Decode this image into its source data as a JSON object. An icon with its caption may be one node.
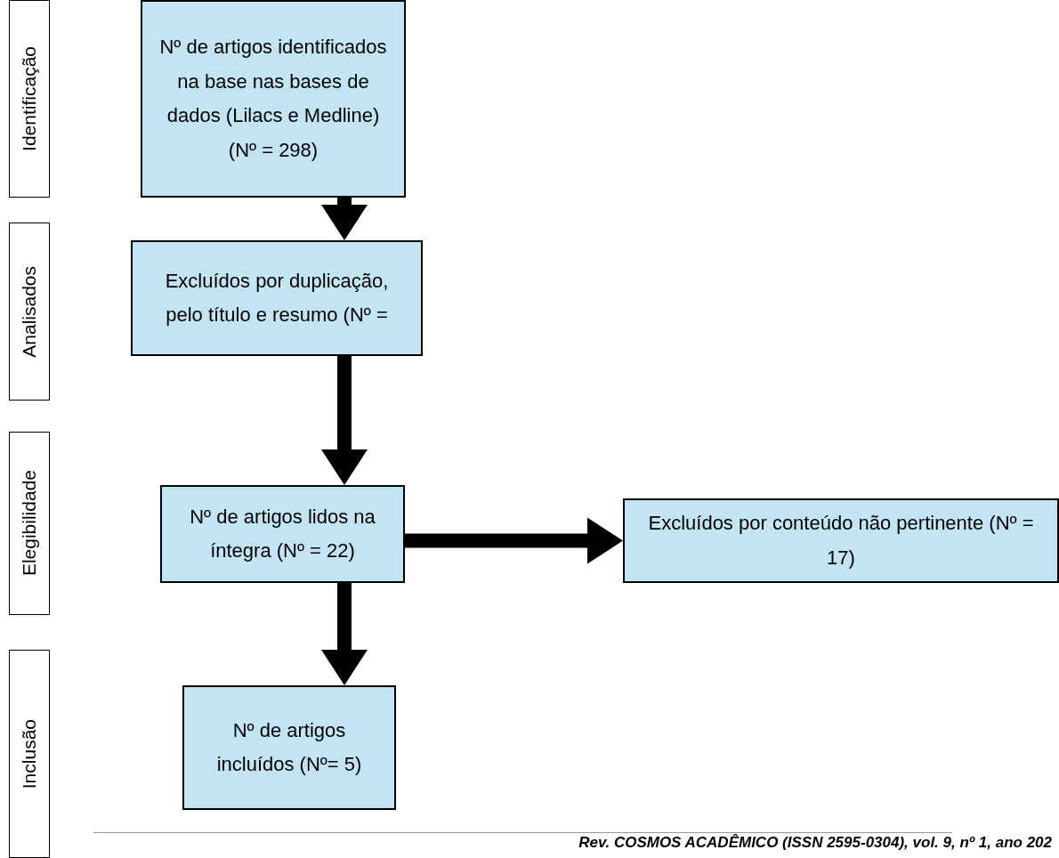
{
  "diagram": {
    "nodes": [
      {
        "text": [
          "Identificação"
        ]
      },
      {
        "text": [
          "Nº de artigos identificados na base nas bases de dados (Lilacs e Medline) (Nº = 298)"
        ]
      },
      {
        "text": [
          "Analisados"
        ]
      },
      {
        "text": [
          "Excluídos por duplicação, pelo título e resumo (Nº ="
        ]
      },
      {
        "text": [
          "Elegibilidade"
        ]
      },
      {
        "text": [
          "Nº de artigos lidos na íntegra (Nº = 22)"
        ]
      },
      {
        "text": [
          "Excluídos por conteúdo não pertinente (Nº = 17)"
        ]
      },
      {
        "text": [
          "Inclusão"
        ]
      },
      {
        "text": [
          "Nº de artigos incluídos (Nº= 5)"
        ]
      }
    ],
    "edges": [
      {
        "from": 1,
        "to": 3,
        "arrow": "to"
      },
      {
        "from": 3,
        "to": 5,
        "arrow": "to"
      },
      {
        "from": 5,
        "to": 6,
        "arrow": "to"
      },
      {
        "from": 5,
        "to": 8,
        "arrow": "to"
      }
    ],
    "labels": [
      "Rev. COSMOS ACADÊMICO (ISSN 2595-0304), vol. 9, nº 1, ano 202"
    ]
  }
}
